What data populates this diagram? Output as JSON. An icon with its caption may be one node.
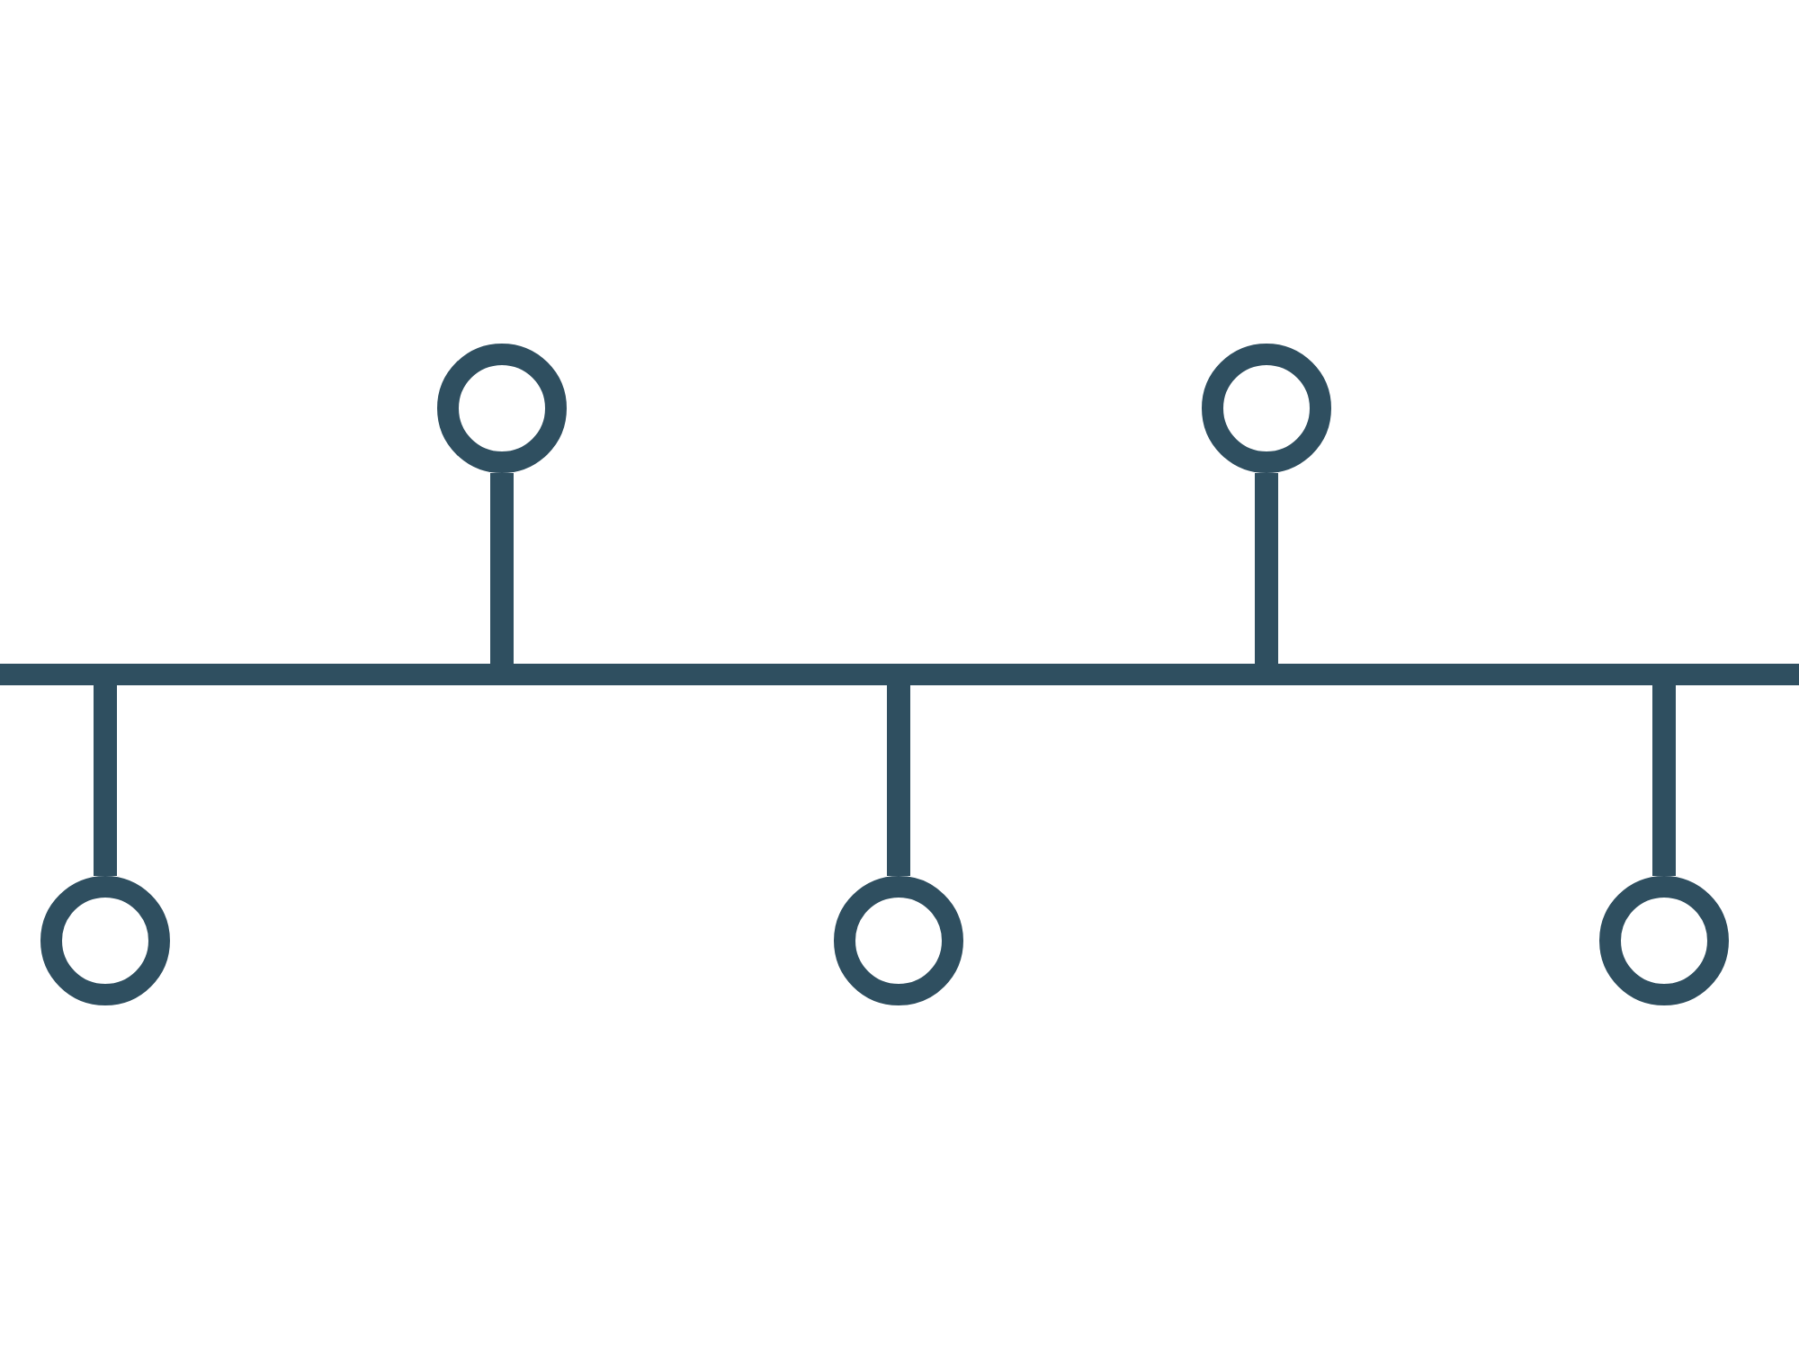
{
  "diagram": {
    "nodes": [
      {
        "text": [],
        "shape": "bar"
      },
      {
        "text": [],
        "shape": "circle"
      },
      {
        "text": [],
        "shape": "circle"
      },
      {
        "text": [],
        "shape": "circle"
      },
      {
        "text": [],
        "shape": "circle"
      },
      {
        "text": [],
        "shape": "circle"
      }
    ],
    "edges": [
      {
        "from": 0,
        "to": 1,
        "arrow": "none"
      },
      {
        "from": 0,
        "to": 2,
        "arrow": "none"
      },
      {
        "from": 0,
        "to": 3,
        "arrow": "none"
      },
      {
        "from": 0,
        "to": 4,
        "arrow": "none"
      },
      {
        "from": 0,
        "to": 5,
        "arrow": "none"
      }
    ]
  }
}
